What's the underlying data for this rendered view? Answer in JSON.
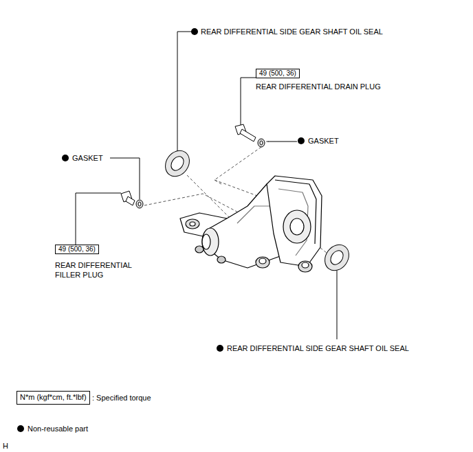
{
  "diagram": {
    "nodes": [
      {
        "text": [
          "49 (500, 36)"
        ]
      },
      {
        "text": [
          "49 (500, 36)"
        ]
      },
      {
        "text": [
          "N*m (kgf*cm, ft.*lbf)"
        ]
      }
    ],
    "labels": [
      "REAR DIFFERENTIAL SIDE GEAR SHAFT OIL SEAL",
      "REAR DIFFERENTIAL DRAIN PLUG",
      "GASKET",
      "GASKET",
      "REAR DIFFERENTIAL FILLER PLUG",
      "REAR DIFFERENTIAL SIDE GEAR SHAFT OIL SEAL",
      "H"
    ],
    "legend": [
      {
        "text": ": Specified torque"
      },
      {
        "text": "Non-reusable part"
      }
    ]
  }
}
